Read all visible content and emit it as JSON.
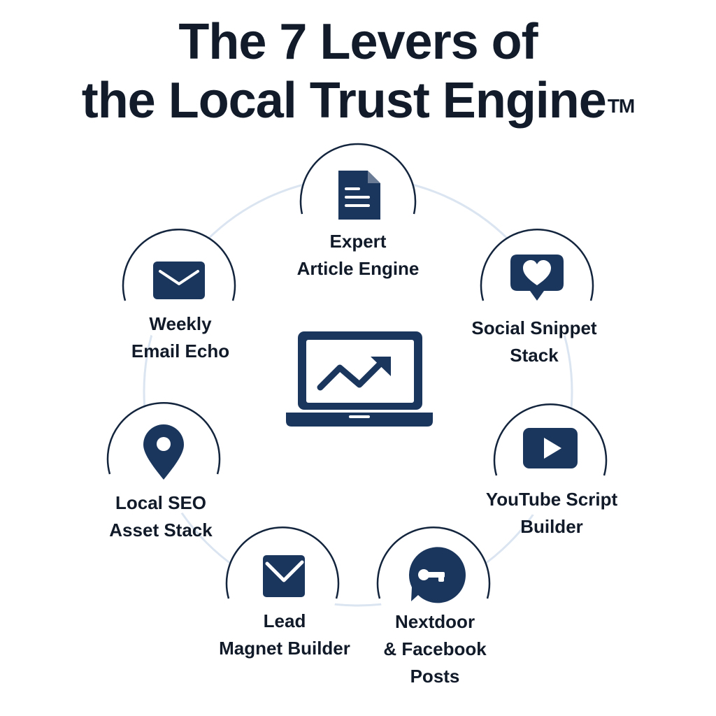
{
  "title": {
    "line1": "The 7 Levers of",
    "line2": "the Local Trust Engine",
    "trademark": "TM"
  },
  "colors": {
    "accent": "#1b365d",
    "ring": "#dbe5f1",
    "text": "#121b2a"
  },
  "center": {
    "icon": "laptop-trending-chart-icon"
  },
  "levers": [
    {
      "key": "expert-article-engine",
      "icon": "document-icon",
      "line1": "Expert",
      "line2": "Article Engine",
      "line3": ""
    },
    {
      "key": "social-snippet-stack",
      "icon": "heart-speech-bubble-icon",
      "line1": "Social Snippet",
      "line2": "Stack",
      "line3": ""
    },
    {
      "key": "youtube-script-builder",
      "icon": "play-button-icon",
      "line1": "YouTube Script",
      "line2": "Builder",
      "line3": ""
    },
    {
      "key": "nextdoor-facebook-posts",
      "icon": "chat-bubble-icon",
      "line1": "Nextdoor",
      "line2": "& Facebook",
      "line3": "Posts"
    },
    {
      "key": "lead-magnet-builder",
      "icon": "envelope-check-icon",
      "line1": "Lead",
      "line2": "Magnet Builder",
      "line3": ""
    },
    {
      "key": "local-seo-asset-stack",
      "icon": "map-pin-icon",
      "line1": "Local SEO",
      "line2": "Asset Stack",
      "line3": ""
    },
    {
      "key": "weekly-email-echo",
      "icon": "envelope-icon",
      "line1": "Weekly",
      "line2": "Email Echo",
      "line3": ""
    }
  ]
}
